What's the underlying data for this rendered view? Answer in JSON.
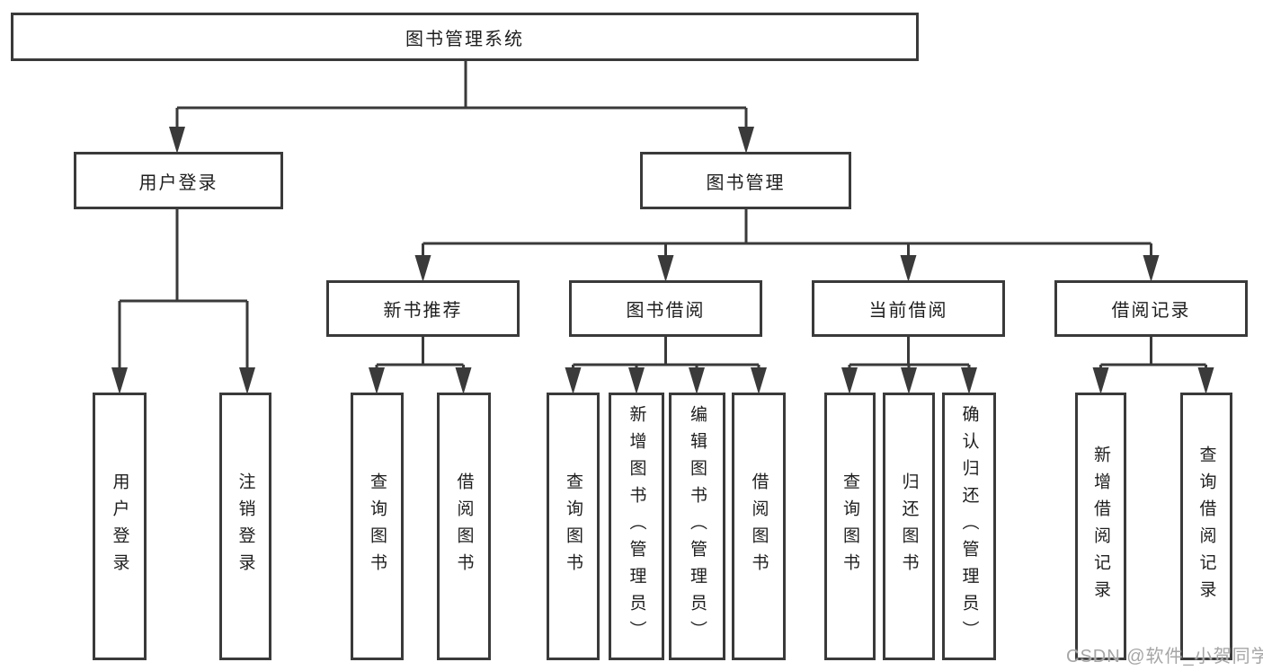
{
  "diagram_title": "图书管理系统",
  "tree": {
    "root": {
      "label": "图书管理系统"
    },
    "children": [
      {
        "label": "用户登录",
        "children": [
          {
            "label": "用户登录"
          },
          {
            "label": "注销登录"
          }
        ]
      },
      {
        "label": "图书管理",
        "children": [
          {
            "label": "新书推荐",
            "children": [
              {
                "label": "查询图书"
              },
              {
                "label": "借阅图书"
              }
            ]
          },
          {
            "label": "图书借阅",
            "children": [
              {
                "label": "查询图书"
              },
              {
                "label": "新增图书（管理员）"
              },
              {
                "label": "编辑图书（管理员）"
              },
              {
                "label": "借阅图书"
              }
            ]
          },
          {
            "label": "当前借阅",
            "children": [
              {
                "label": "查询图书"
              },
              {
                "label": "归还图书"
              },
              {
                "label": "确认归还（管理员）"
              }
            ]
          },
          {
            "label": "借阅记录",
            "children": [
              {
                "label": "新增借阅记录"
              },
              {
                "label": "查询借阅记录"
              }
            ]
          }
        ]
      }
    ]
  },
  "watermark": "CSDN @软件_小贺同学",
  "colors": {
    "line": "#3a3a3a",
    "text": "#1e1e1e",
    "background": "#ffffff",
    "watermark": "#a6a6a6"
  }
}
